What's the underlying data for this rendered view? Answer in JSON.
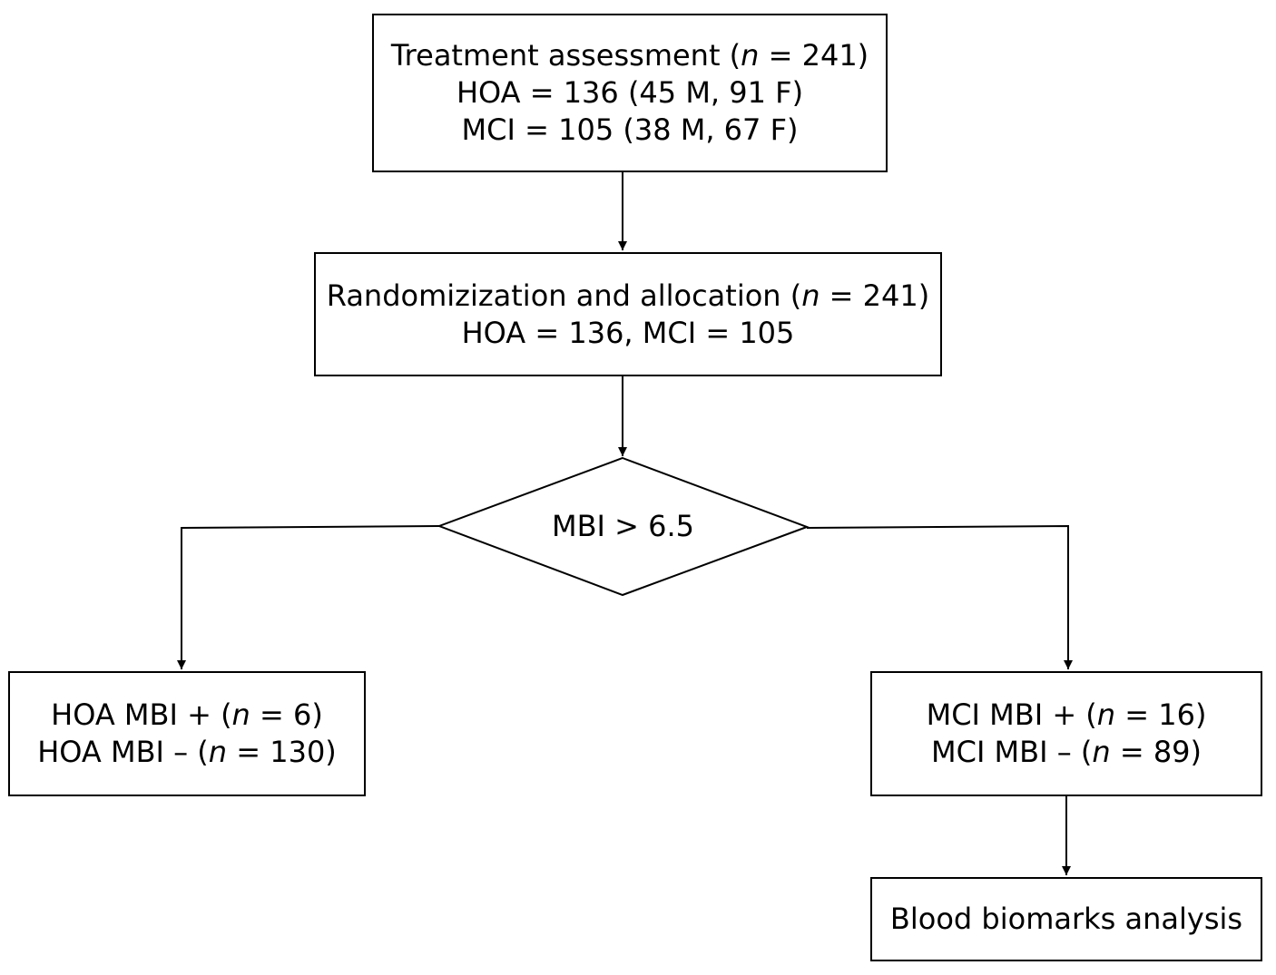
{
  "colors": {
    "stroke": "#000000",
    "fill": "#ffffff",
    "text": "#000000"
  },
  "treatment": {
    "lead": "Treatment assessment (",
    "n_symbol": "n",
    "tail": " = 241)",
    "line2": "HOA = 136 (45 M, 91 F)",
    "line3": "MCI = 105 (38 M, 67 F)"
  },
  "randomization": {
    "lead": "Randomizization and allocation (",
    "n_symbol": "n",
    "tail": " = 241)",
    "line2": "HOA = 136, MCI = 105"
  },
  "decision": {
    "label": "MBI > 6.5"
  },
  "hoa_groups": {
    "pos_lead": "HOA MBI + (",
    "pos_n": "n",
    "pos_tail": " = 6)",
    "neg_lead": "HOA MBI – (",
    "neg_n": "n",
    "neg_tail": " = 130)"
  },
  "mci_groups": {
    "pos_lead": "MCI MBI + (",
    "pos_n": "n",
    "pos_tail": " = 16)",
    "neg_lead": "MCI MBI – (",
    "neg_n": "n",
    "neg_tail": " = 89)"
  },
  "blood": {
    "label": "Blood biomarks analysis"
  }
}
